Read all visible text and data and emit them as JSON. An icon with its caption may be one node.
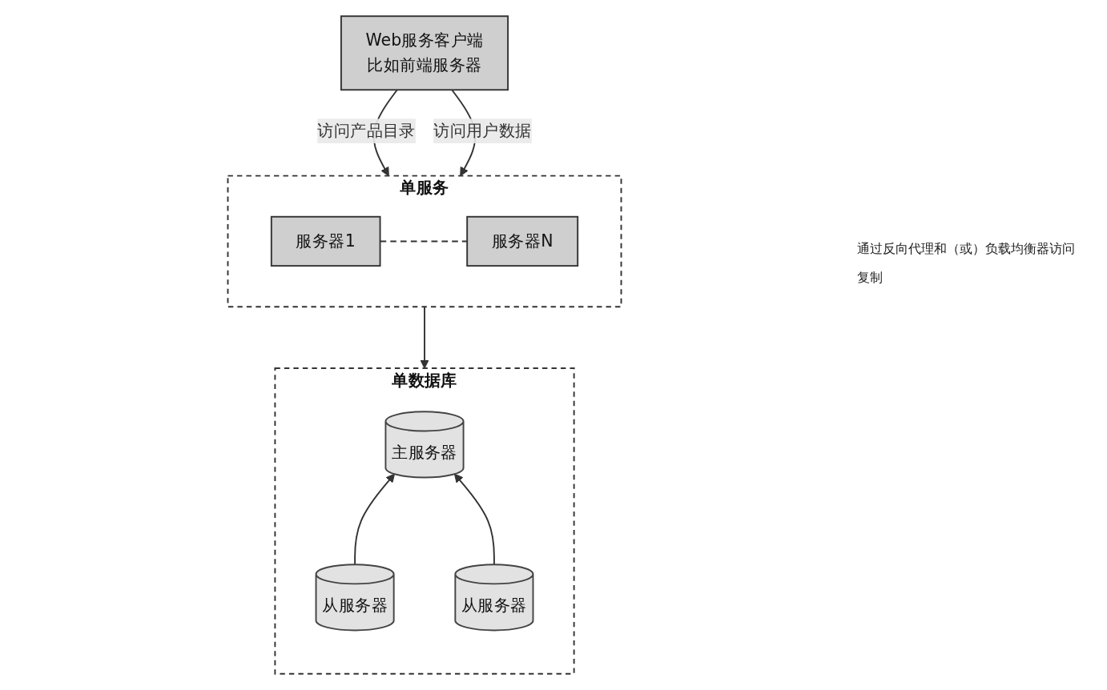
{
  "diagram": {
    "nodes": [
      {
        "text": [
          "Web服务客户端",
          "比如前端服务器"
        ]
      },
      {
        "text": [
          "单服务"
        ]
      },
      {
        "text": [
          "服务器1"
        ],
        "in": 1
      },
      {
        "text": [
          "服务器N"
        ],
        "in": 1
      },
      {
        "text": [
          "单数据库"
        ]
      },
      {
        "text": [
          "主服务器"
        ],
        "in": 4
      },
      {
        "text": [
          "从服务器"
        ],
        "in": 4
      },
      {
        "text": [
          "从服务器"
        ],
        "in": 4
      }
    ],
    "edges": [
      {
        "from": 0,
        "to": 1,
        "arrow": "to",
        "label": "访问产品目录"
      },
      {
        "from": 0,
        "to": 1,
        "arrow": "to",
        "label": "访问用户数据"
      },
      {
        "from": 2,
        "to": 3,
        "arrow": "none",
        "style": "dashed"
      },
      {
        "from": 1,
        "to": 4,
        "arrow": "to"
      },
      {
        "from": 6,
        "to": 5,
        "arrow": "to"
      },
      {
        "from": 7,
        "to": 5,
        "arrow": "to"
      }
    ],
    "labels": [
      "通过反向代理和（或）负载均衡器访问",
      "复制"
    ]
  }
}
